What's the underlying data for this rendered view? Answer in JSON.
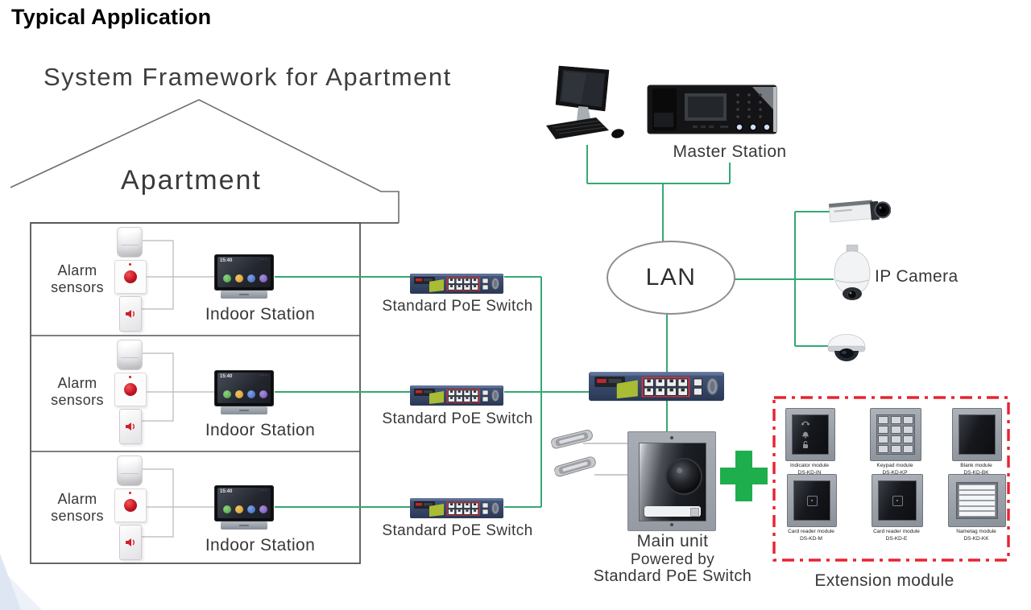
{
  "slide": {
    "title": "Typical Application"
  },
  "diagram": {
    "heading": "System Framework for Apartment",
    "house": {
      "label": "Apartment",
      "alarm_label": "Alarm sensors",
      "station_label": "Indoor Station",
      "station_time": "15:40"
    },
    "poe_switch_label": "Standard PoE Switch",
    "master_station": {
      "label": "Master Station"
    },
    "lan": {
      "label": "LAN"
    },
    "camera": {
      "label": "IP Camera"
    },
    "main_unit": {
      "label": "Main unit",
      "sub1": "Powered by",
      "sub2": "Standard PoE Switch"
    },
    "extension": {
      "label": "Extension module",
      "modules": [
        {
          "name": "Indicator module",
          "model": "DS-KD-IN"
        },
        {
          "name": "Keypad module",
          "model": "DS-KD-KP"
        },
        {
          "name": "Blank module",
          "model": "DS-KD-BK"
        },
        {
          "name": "Card reader module",
          "model": "DS-KD-M"
        },
        {
          "name": "Card reader module",
          "model": "DS-KD-E"
        },
        {
          "name": "Nametag module",
          "model": "DS-KD-KK"
        }
      ]
    },
    "colors": {
      "line_green": "#35a873",
      "plus_green": "#1fae4d",
      "dashed_red": "#e82330"
    }
  }
}
